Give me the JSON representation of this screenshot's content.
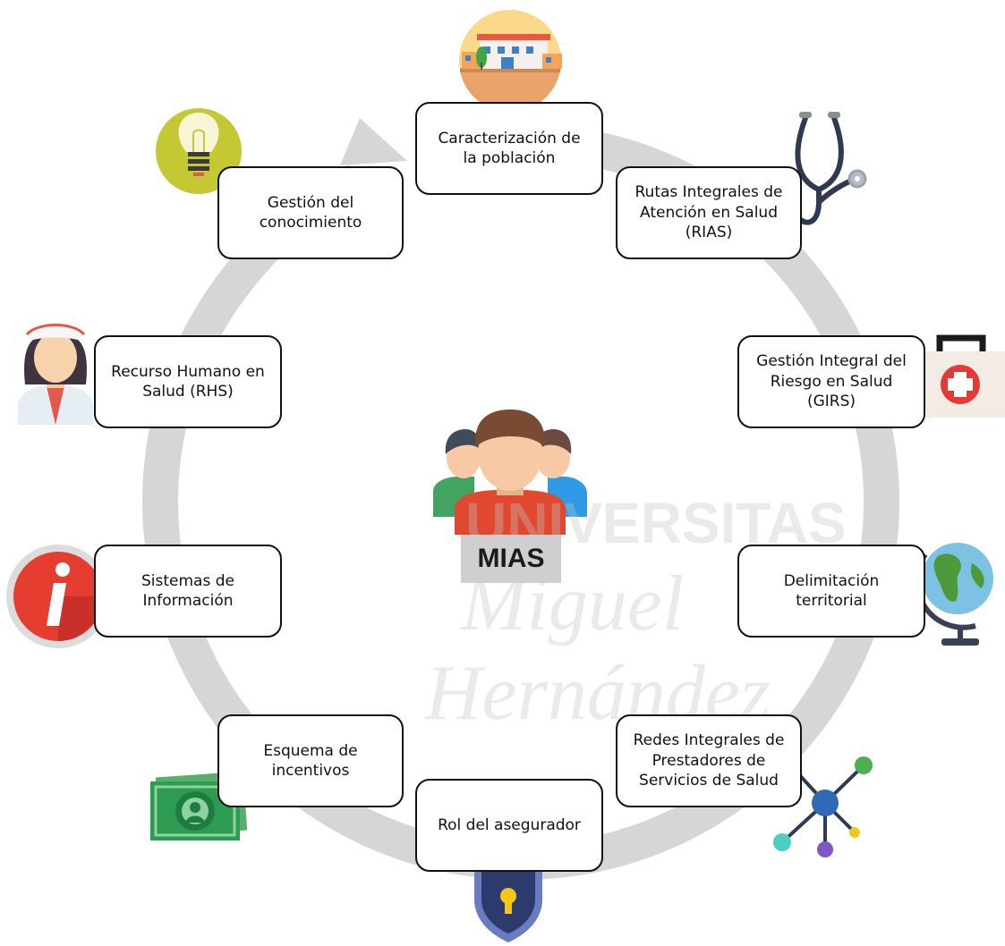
{
  "diagram": {
    "center_label": "MIAS",
    "watermark": {
      "line1": "UNIVERSITAS",
      "line2": "Miguel",
      "line3": "Hernández"
    },
    "components": [
      {
        "id": "caracterizacion",
        "label": "Caracterización de\nla población",
        "icon": "town-icon"
      },
      {
        "id": "rias",
        "label": "Rutas Integrales de\nAtención en Salud\n(RIAS)",
        "icon": "stethoscope-icon"
      },
      {
        "id": "girs",
        "label": "Gestión Integral del\nRiesgo en Salud\n(GIRS)",
        "icon": "first-aid-kit-icon"
      },
      {
        "id": "delimitacion",
        "label": "Delimitación\nterritorial",
        "icon": "globe-icon"
      },
      {
        "id": "redes",
        "label": "Redes Integrales de\nPrestadores de\nServicios de Salud",
        "icon": "network-icon"
      },
      {
        "id": "asegurador",
        "label": "Rol del asegurador",
        "icon": "shield-lock-icon"
      },
      {
        "id": "incentivos",
        "label": "Esquema de\nincentivos",
        "icon": "money-icon"
      },
      {
        "id": "sistemas",
        "label": "Sistemas de\nInformación",
        "icon": "info-icon"
      },
      {
        "id": "rhs",
        "label": "Recurso Humano en\nSalud (RHS)",
        "icon": "nurse-icon"
      },
      {
        "id": "conocimiento",
        "label": "Gestión del\nconocimiento",
        "icon": "lightbulb-icon"
      }
    ]
  }
}
